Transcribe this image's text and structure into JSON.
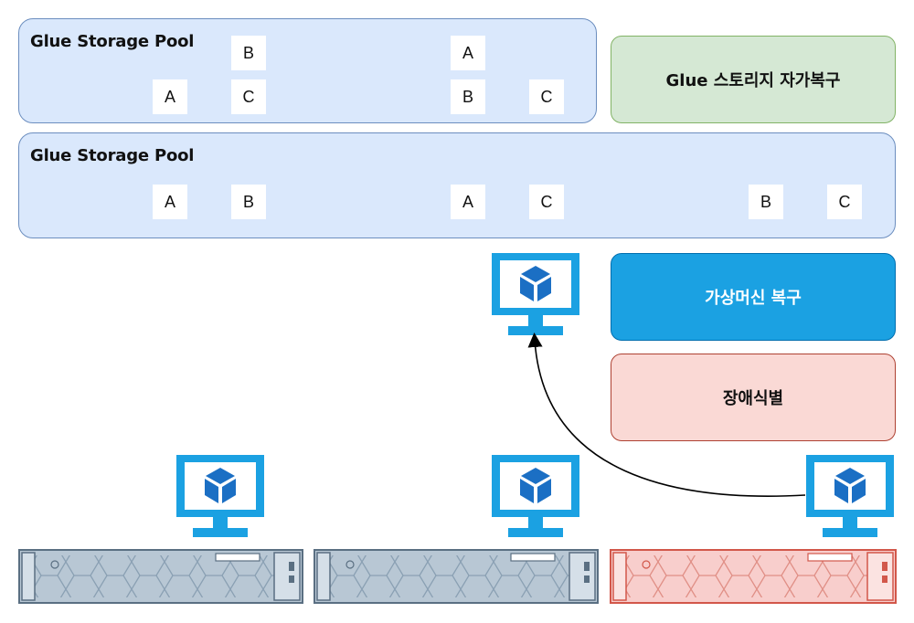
{
  "pools": [
    {
      "title": "Glue Storage Pool",
      "chunks": [
        "B",
        "A",
        "A",
        "C",
        "B",
        "C"
      ]
    },
    {
      "title": "Glue Storage Pool",
      "chunks": [
        "A",
        "B",
        "A",
        "C",
        "B",
        "C"
      ]
    }
  ],
  "boxes": {
    "self_heal": "Glue 스토리지 자가복구",
    "vm_recover": "가상머신 복구",
    "fault_detect": "장애식별"
  },
  "icons": {
    "vm": "vm-monitor-icon",
    "server": "rack-server-icon"
  },
  "colors": {
    "pool_fill": "#dae8fc",
    "pool_border": "#6c8ebf",
    "self_heal_fill": "#d5e8d4",
    "vm_recover_fill": "#1ba1e2",
    "fault_fill": "#fad9d5",
    "monitor": "#1ba1e2",
    "server_ok": "#b8c7d4",
    "server_failed": "#f8cecc"
  }
}
